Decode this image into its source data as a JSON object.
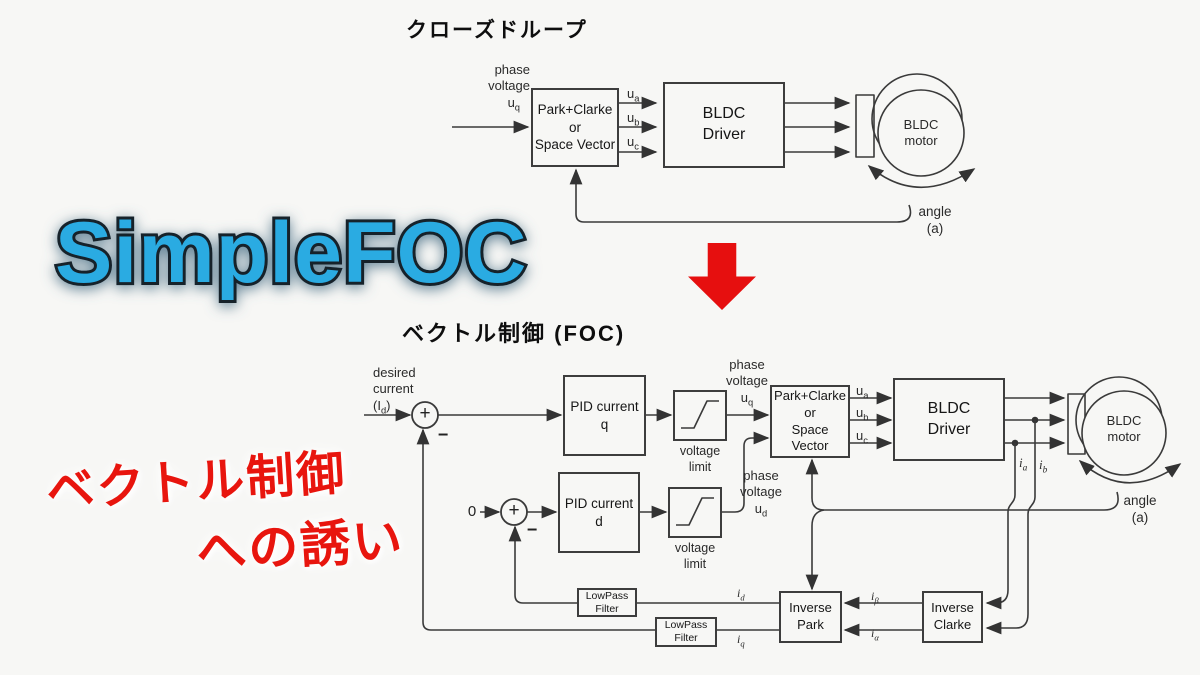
{
  "colors": {
    "accent_blue": "#2cabe2",
    "logo_outline": "#14202c",
    "logo_glow": "#54788e",
    "red": "#e8150e",
    "line": "#3a3a3a"
  },
  "logo": {
    "text": "SimpleFOC"
  },
  "red_caption": {
    "line1": "ベクトル制御",
    "line2": "への誘い"
  },
  "shared": {
    "park": {
      "line1": "Park+Clarke",
      "line2": "or",
      "line3": "Space Vector"
    },
    "driver": {
      "line1": "BLDC",
      "line2": "Driver"
    },
    "motor": {
      "line1": "BLDC",
      "line2": "motor"
    },
    "angle": {
      "line1": "angle",
      "line2": "(a)"
    },
    "phase": "phase",
    "voltage": "voltage",
    "u": "u",
    "i": "i",
    "sub_a": "a",
    "sub_b": "b",
    "sub_c": "c",
    "sub_d": "d",
    "sub_q": "q",
    "sub_alpha": "α",
    "sub_beta": "β",
    "voltage_limit": {
      "line1": "voltage",
      "line2": "limit"
    },
    "lowpass": {
      "line1": "LowPass",
      "line2": "Filter"
    },
    "plus": "+",
    "minus": "−",
    "zero": "0"
  },
  "top": {
    "title": "クローズドループ"
  },
  "bottom": {
    "title": "ベクトル制御 (FOC)",
    "desired": {
      "line1": "desired",
      "line2": "current",
      "paren_open": "(I",
      "sub": "d",
      "paren_close": ")"
    },
    "pid_q": "PID current q",
    "pid_d": "PID current d",
    "inverse_park": {
      "line1": "Inverse",
      "line2": "Park"
    },
    "inverse_clarke": {
      "line1": "Inverse",
      "line2": "Clarke"
    }
  }
}
